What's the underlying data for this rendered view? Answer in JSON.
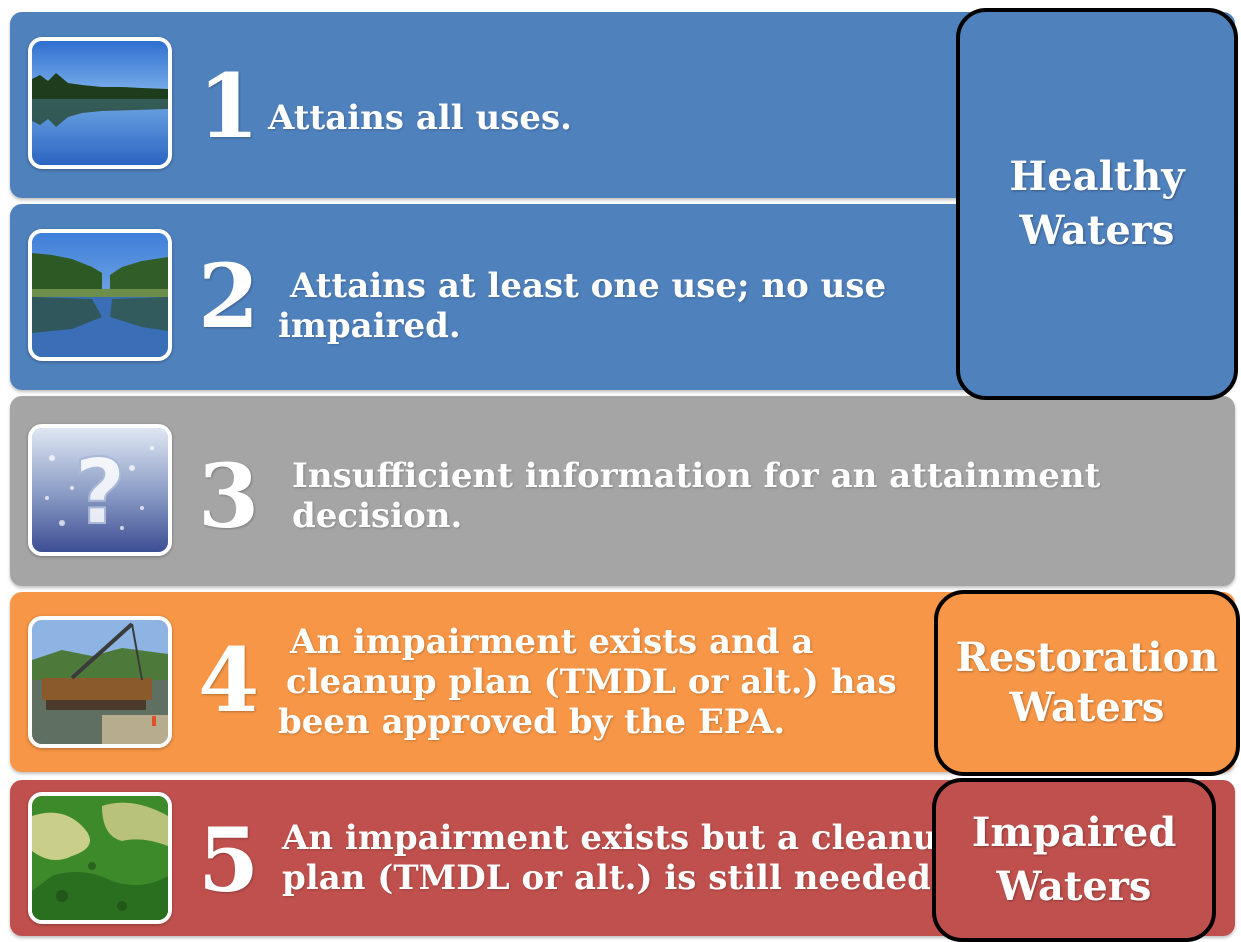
{
  "colors": {
    "healthy": "#4f81bd",
    "insufficient": "#a5a5a5",
    "restoration": "#f79646",
    "impaired": "#c0504d"
  },
  "categories": [
    {
      "number": "1",
      "text_lines": [
        "Attains all uses."
      ],
      "image": "lake-reflection-image"
    },
    {
      "number": "2",
      "text_lines": [
        "Attains at least one use; no use",
        "impaired."
      ],
      "image": "canal-trees-image"
    },
    {
      "number": "3",
      "text_lines": [
        "Insufficient information for an attainment",
        "decision."
      ],
      "image": "question-mark-ice-image"
    },
    {
      "number": "4",
      "text_lines": [
        "An impairment exists and a",
        "cleanup plan (TMDL or alt.) has",
        "been approved by the EPA."
      ],
      "image": "construction-barge-image"
    },
    {
      "number": "5",
      "text_lines": [
        "An impairment exists but a cleanup",
        "plan (TMDL or alt.) is still needed."
      ],
      "image": "algae-water-image"
    }
  ],
  "groups": {
    "healthy": "Healthy\nWaters",
    "restoration": "Restoration\nWaters",
    "impaired": "Impaired\nWaters"
  }
}
